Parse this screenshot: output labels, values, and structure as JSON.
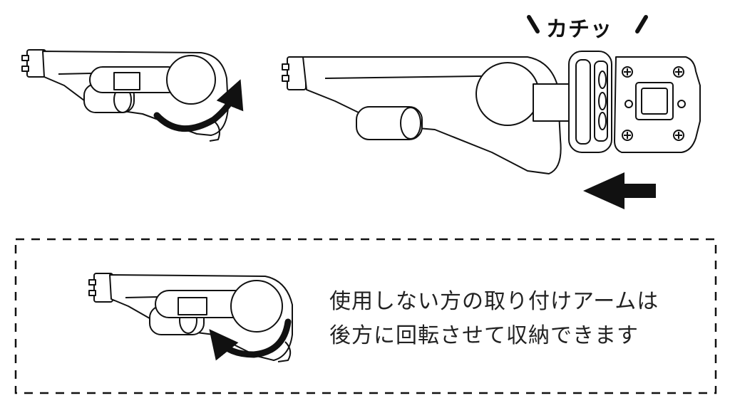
{
  "annotations": {
    "click_sound": "カチッ"
  },
  "caption": {
    "line1": "使用しない方の取り付けアームは",
    "line2": "後方に回転させて収納できます"
  },
  "icons": [
    "rotate-arrow-icon",
    "push-arrow-icon",
    "click-mark-icon",
    "screw-icon"
  ],
  "colors": {
    "ink": "#111111",
    "paper": "#ffffff"
  }
}
